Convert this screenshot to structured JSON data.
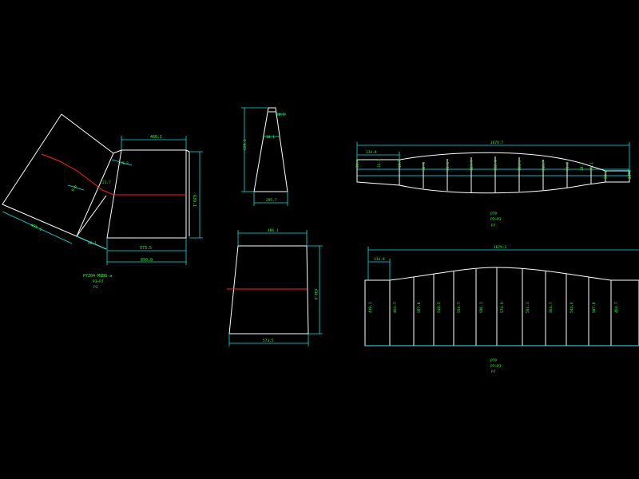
{
  "view": {
    "background": "#000000",
    "outline_color": "#ffffff",
    "dimension_color": "#00e5e5",
    "text_color": "#2fff2f",
    "cut_line_color": "#ff2020"
  },
  "drawing_a": {
    "dims": {
      "top": "460.1",
      "right": "639.1",
      "bottom_inner": "573.5",
      "bottom_outer": "650.0",
      "slant": "405.6",
      "small_a": "19.3",
      "small_b": "9.6",
      "small_c": "21.7",
      "small_d": "40.1"
    },
    "title": "P7Z04-M8B8-a",
    "subtitle": "P3~P7",
    "note": "P3"
  },
  "drawing_b": {
    "dims": {
      "top": "20.6",
      "left": "629.1",
      "bottom": "295.7",
      "mid": "10.1"
    }
  },
  "drawing_c": {
    "dims": {
      "top": "486.1",
      "right": "630.8",
      "bottom": "573.5"
    }
  },
  "drawing_d": {
    "dims": {
      "overall": "1679.7",
      "first": "134.8",
      "left_h1": "20.4",
      "left_h2": "33.3",
      "left_h3": "49.3",
      "stations": [
        "52.4",
        "91.4",
        "123.7",
        "130.9",
        "124.6",
        "118.7",
        "91.2",
        "51.1",
        "20.1"
      ],
      "right_h1": "33.2",
      "right_h2": "20.4"
    },
    "title": "P7P",
    "subtitle": "P7~P3",
    "note": "P7"
  },
  "drawing_e": {
    "dims": {
      "overall": "1679.2",
      "first": "134.8",
      "heights": [
        "439.1",
        "464.7",
        "507.0",
        "548.5",
        "564.7",
        "586.1",
        "574.9",
        "581.3",
        "564.7",
        "544.6",
        "507.0",
        "464.7"
      ]
    },
    "title": "P7P",
    "subtitle": "P7~P3",
    "note": "P7"
  }
}
